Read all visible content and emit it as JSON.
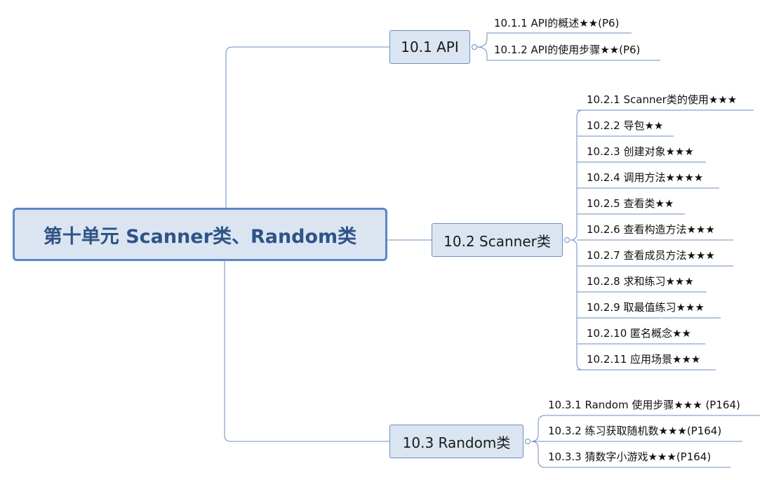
{
  "root": {
    "title": "第十单元 Scanner类、Random类"
  },
  "branches": [
    {
      "label": "10.1 API",
      "items": [
        "10.1.1 API的概述★★(P6)",
        "10.1.2 API的使用步骤★★(P6)"
      ]
    },
    {
      "label": "10.2 Scanner类",
      "items": [
        "10.2.1 Scanner类的使用★★★",
        "10.2.2 导包★★",
        "10.2.3 创建对象★★★",
        "10.2.4 调用方法★★★★",
        "10.2.5 查看类★★",
        "10.2.6 查看构造方法★★★",
        "10.2.7 查看成员方法★★★",
        "10.2.8 求和练习★★★",
        "10.2.9 取最值练习★★★",
        "10.2.10 匿名概念★★",
        "10.2.11 应用场景★★★"
      ]
    },
    {
      "label": "10.3 Random类",
      "items": [
        "10.3.1 Random 使用步骤★★★ (P164)",
        "10.3.2 练习获取随机数★★★(P164)",
        "10.3.3 猜数字小游戏★★★(P164)"
      ]
    }
  ],
  "colors": {
    "line": "#6c8ebf",
    "underline": "#4a73b5",
    "node_fill": "#dbe5f1",
    "root_border": "#5b86c5",
    "root_text": "#2f5387"
  }
}
